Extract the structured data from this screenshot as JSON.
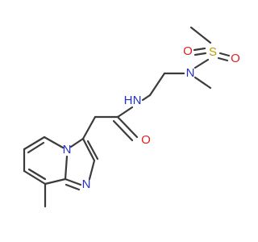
{
  "molecule": {
    "atoms": {
      "sulfur": "S",
      "sulfonyl_oxygen_1": "O",
      "sulfonyl_oxygen_2": "O",
      "sulfonamide_nitrogen": "N",
      "amide_nitrogen": "N",
      "amide_hydrogen": "H",
      "carbonyl_oxygen": "O",
      "ring_nitrogen_bridge": "N",
      "ring_nitrogen_imidazole": "N"
    },
    "colors": {
      "bond": "#3b3b3b",
      "carbon": "#3b3b3b",
      "nitrogen": "#2233cc",
      "oxygen": "#dd2222",
      "sulfur": "#b8a000"
    }
  }
}
